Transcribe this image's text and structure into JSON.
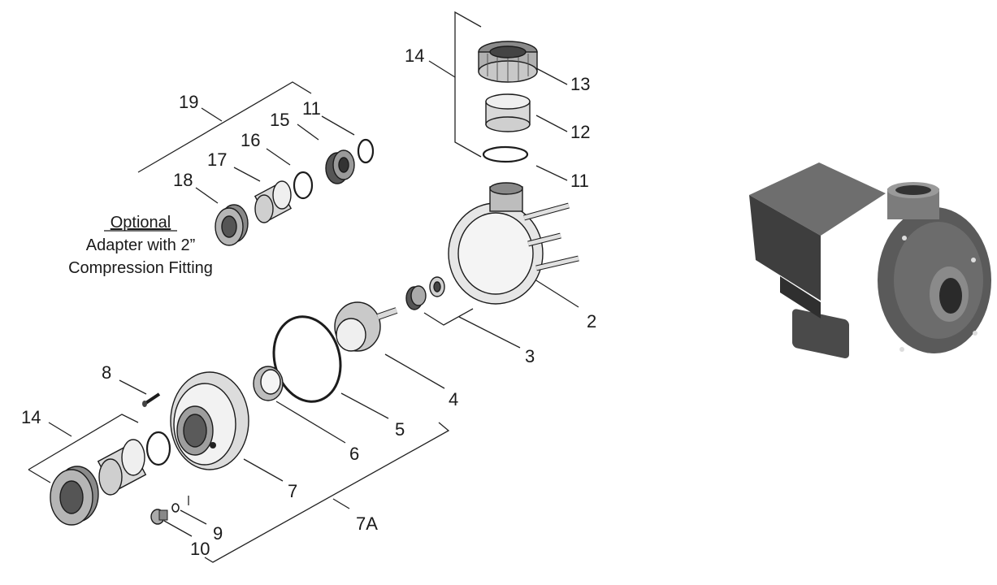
{
  "labels": {
    "l1": "14",
    "l2": "13",
    "l3": "12",
    "l4": "11",
    "l5": "19",
    "l6": "15",
    "l7": "11",
    "l8": "16",
    "l9": "17",
    "l10": "18",
    "l11": "2",
    "l12": "3",
    "l13": "4",
    "l14": "8",
    "l15": "5",
    "l16": "6",
    "l17": "14",
    "l18": "7",
    "l19": "7A",
    "l20": "9",
    "l21": "10"
  },
  "caption": {
    "line1": "Optional",
    "line2": "Adapter with 2”",
    "line3": "Compression Fitting"
  }
}
